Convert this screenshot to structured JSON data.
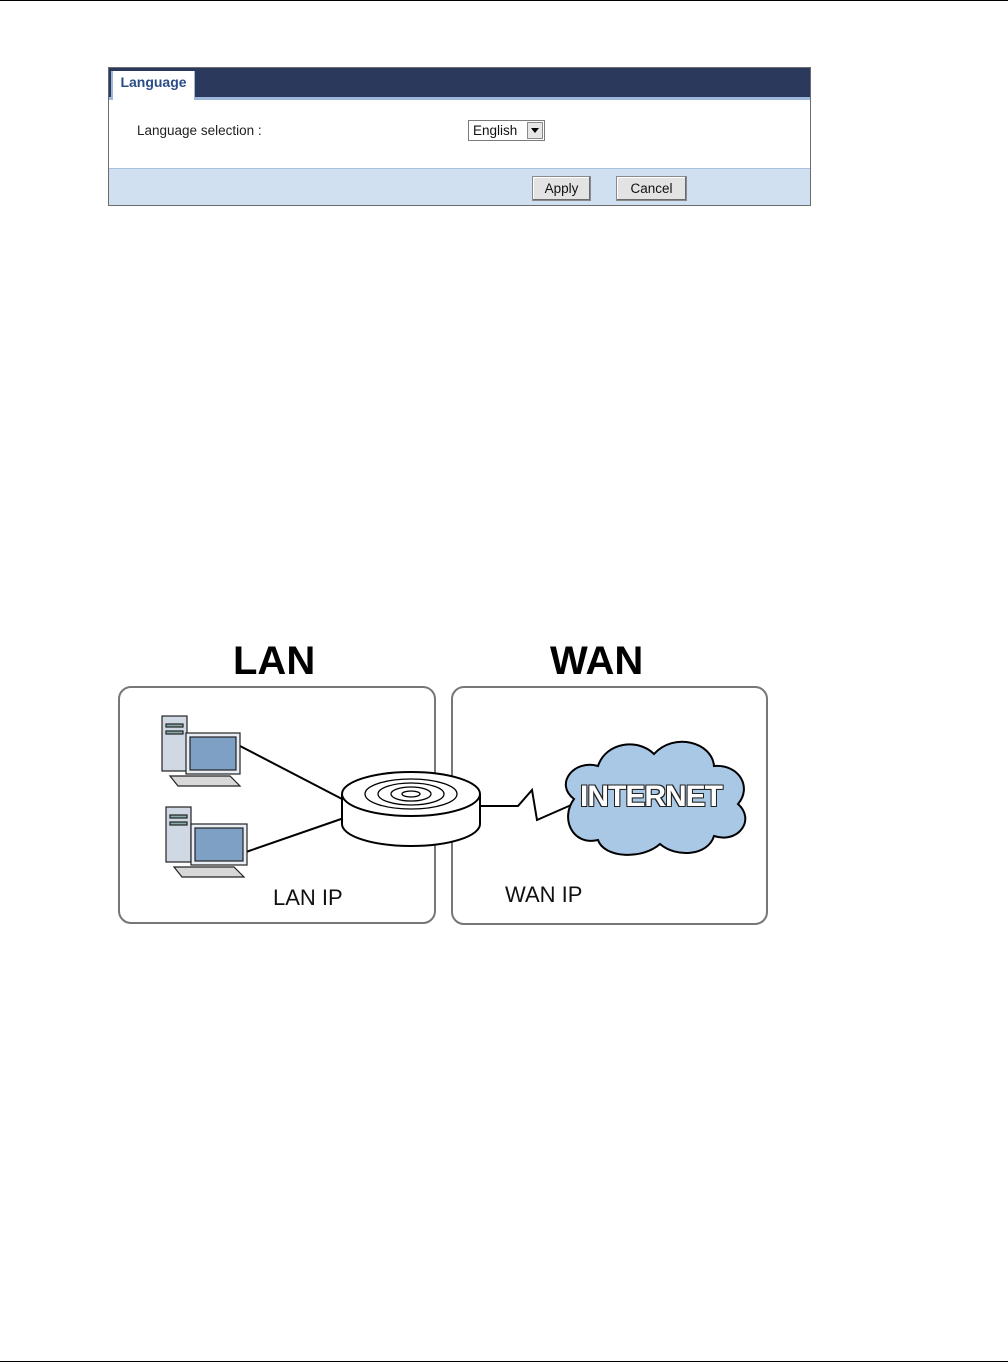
{
  "language_panel": {
    "tab_label": "Language",
    "field_label": "Language selection :",
    "selected_language": "English",
    "apply_label": "Apply",
    "cancel_label": "Cancel"
  },
  "network_diagram": {
    "lan_title": "LAN",
    "wan_title": "WAN",
    "lan_ip_label": "LAN IP",
    "wan_ip_label": "WAN IP",
    "cloud_label": "INTERNET"
  }
}
